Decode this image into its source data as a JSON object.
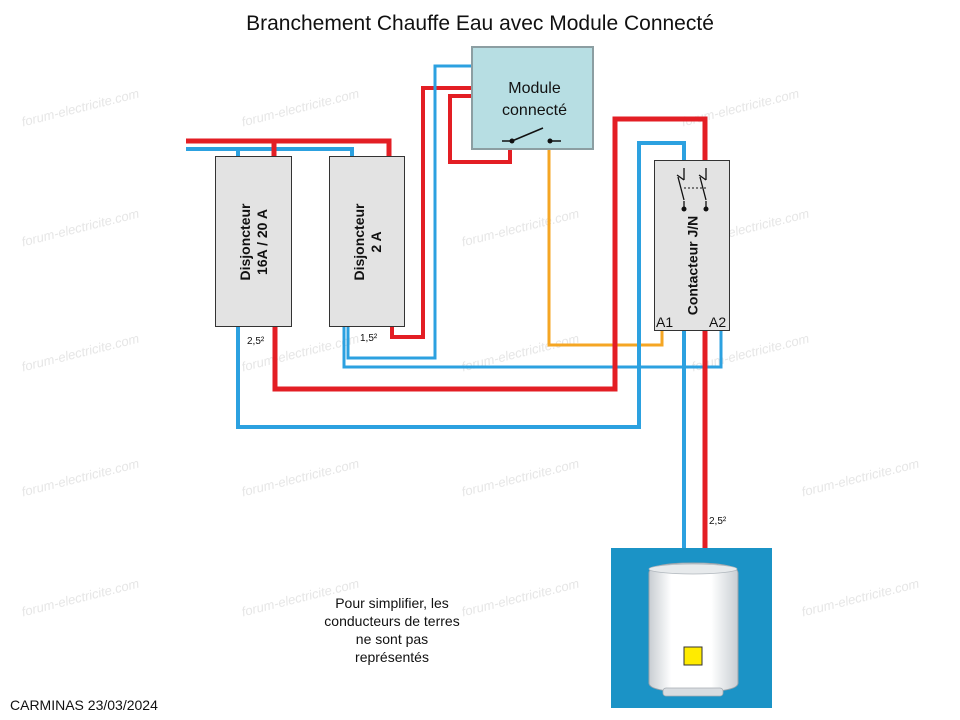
{
  "title": "Branchement Chauffe Eau avec Module Connecté",
  "watermark": "forum-electricite.com",
  "breaker1": {
    "line1": "Disjoncteur",
    "line2": "16A / 20 A"
  },
  "breaker2": {
    "line1": "Disjoncteur",
    "line2": "2 A"
  },
  "module": {
    "line1": "Module",
    "line2": "connecté"
  },
  "contactor": {
    "label": "Contacteur J/N",
    "terminal_a1": "A1",
    "terminal_a2": "A2"
  },
  "wire_sections": {
    "breaker1": "2,5²",
    "breaker2": "1,5²",
    "heater": "2,5²"
  },
  "note": "Pour simplifier, les conducteurs de terres ne sont pas représentés",
  "credit": "CARMINAS 23/03/2024",
  "colors": {
    "phase": "#e31e24",
    "neutral": "#2ca1e0",
    "control": "#f5a623",
    "module_fill": "#b7dee3",
    "heater_bg": "#1b93c6",
    "indicator": "#ffeb00"
  }
}
